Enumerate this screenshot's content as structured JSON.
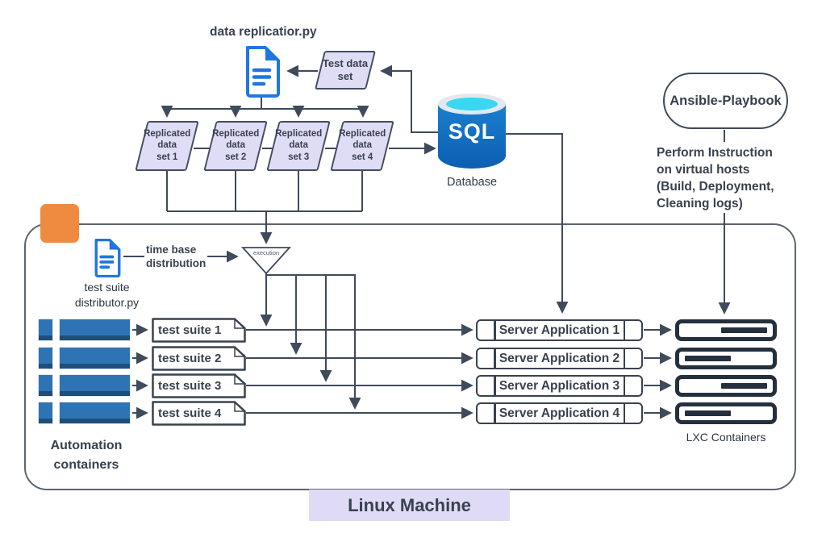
{
  "top": {
    "script_label": "data replicatior.py",
    "test_data_set": "Test data\nset",
    "replicated_sets": [
      "Replicated\ndata\nset 1",
      "Replicated\ndata\nset 2",
      "Replicated\ndata\nset 3",
      "Replicated\ndata\nset 4"
    ],
    "sql": {
      "logo": "SQL",
      "label": "Database"
    }
  },
  "ansible": {
    "title": "Ansible-Playbook",
    "instruction": "Perform Instruction\non virtual hosts\n (Build, Deployment,\nCleaning logs)"
  },
  "linux_machine": {
    "machine_label": "Linux Machine",
    "distributor_label": "test suite\ndistributor.py",
    "time_base_label": "time base\ndistribution",
    "execution_label": "execution",
    "automation_label": "Automation\ncontainers",
    "lxc_label": "LXC Containers",
    "test_suites": [
      "test suite 1",
      "test suite 2",
      "test suite 3",
      "test suite 4"
    ],
    "server_apps": [
      "Server Application 1",
      "Server Application 2",
      "Server Application 3",
      "Server Application 4"
    ]
  },
  "colors": {
    "line": "#3F4A5A",
    "shape_border": "#434E60",
    "lavender_fill": "#DFDCF5",
    "linux_label_bg": "#DFDBF7",
    "orange_note": "#EF8B41",
    "doc_blue": "#2176DE",
    "sql_blue": "#0D5EB0",
    "sql_aqua": "#3AD6F2",
    "container_blue": "#2E74B5",
    "container_dark_blue": "#1F4E79",
    "lxc_navy": "#25303F",
    "text": "#39414F"
  }
}
